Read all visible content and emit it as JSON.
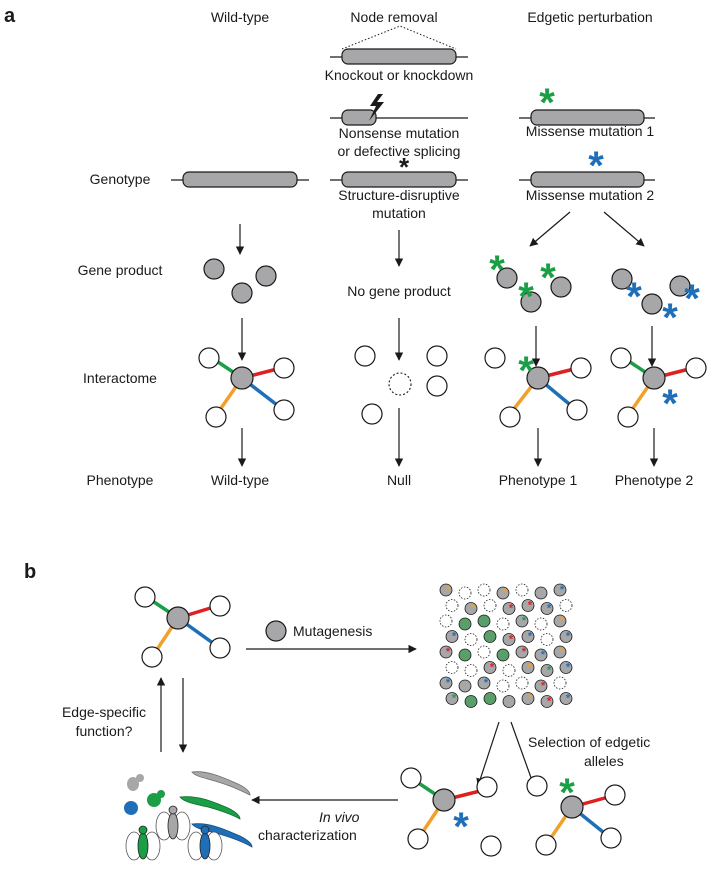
{
  "panel_a": {
    "letter": "a",
    "columns": {
      "wild_type": "Wild-type",
      "node_removal": "Node removal",
      "edgetic": "Edgetic perturbation"
    },
    "rows": {
      "genotype": "Genotype",
      "gene_product": "Gene product",
      "interactome": "Interactome",
      "phenotype": "Phenotype"
    },
    "node_removal_labels": {
      "knockout": "Knockout or knockdown",
      "nonsense_1": "Nonsense mutation",
      "nonsense_2": "or defective splicing",
      "structure_1": "Structure-disruptive",
      "structure_2": "mutation",
      "no_product": "No gene product"
    },
    "edgetic_labels": {
      "missense_1": "Missense mutation 1",
      "missense_2": "Missense mutation 2"
    },
    "phenotypes": {
      "wild_type": "Wild-type",
      "null": "Null",
      "phenotype_1": "Phenotype 1",
      "phenotype_2": "Phenotype 2"
    }
  },
  "panel_b": {
    "letter": "b",
    "mutagenesis": "Mutagenesis",
    "selection_1": "Selection of edgetic",
    "selection_2": "alleles",
    "edge_function_1": "Edge-specific",
    "edge_function_2": "function?",
    "in_vivo_italic": "In vivo",
    "characterization": "characterization"
  },
  "colors": {
    "edge_green": "#1a9e46",
    "edge_red": "#e02020",
    "edge_blue": "#1f6fb8",
    "edge_orange": "#f2a02a",
    "node_gray": "#a7a7a9",
    "star_green": "#1a9e46",
    "star_blue": "#1f6fb8"
  }
}
